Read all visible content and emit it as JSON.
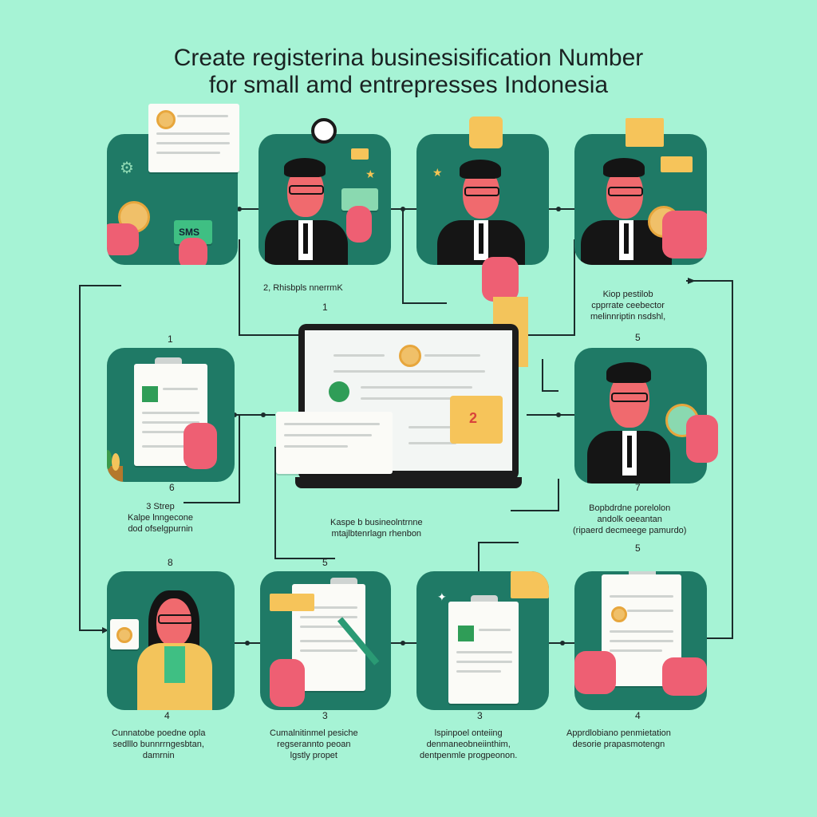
{
  "title": {
    "line1": "Create  registerina businesisification Number",
    "line2": "for small amd entrepresses Indonesia"
  },
  "steps": [
    {
      "num": "",
      "caption": ""
    },
    {
      "num": "2, Rhisbpls nnerrmK",
      "caption": ""
    },
    {
      "num": "",
      "caption": ""
    },
    {
      "num": "",
      "caption": "Kiop pestilob\ncpprrate ceebector\nmelinnriptin nsdshl,"
    },
    {
      "num": "1",
      "caption": ""
    },
    {
      "num": "5",
      "caption": ""
    },
    {
      "num": "6",
      "caption": "3 Strep\nKalpe lnngecone\ndod ofselgpurnin"
    },
    {
      "num": "",
      "caption": "Kaspe b busineolntrnne\nmtajlbtenrlagn rhenbon"
    },
    {
      "num": "7",
      "caption": "Bopbdrdne porelolon\nandolk oeeantan\n(ripaerd decmeege pamurdo)"
    },
    {
      "num": "8",
      "caption": ""
    },
    {
      "num": "5",
      "caption": ""
    },
    {
      "num": "5",
      "caption": ""
    },
    {
      "num": "4",
      "caption": "Cunnatobe poedne opla\nsedlllo bunnrrngesbtan,\ndamrnin"
    },
    {
      "num": "3",
      "caption": "Cumalnitinmel pesiche\nregserannto peoan\nlgstly propet"
    },
    {
      "num": "3",
      "caption": "lspinpoel onteiing\ndenmaneobneiinthim,\ndentpenmle progpeonon."
    },
    {
      "num": "4",
      "caption": "Apprdlobiano penmietation\ndesorie prapasmotengn"
    }
  ],
  "labels": {
    "one_top": "1",
    "left_one": "1",
    "card_sms": "SMS",
    "monitor_badge": "2"
  },
  "colors": {
    "background": "#a6f3d5",
    "panel": "#1f7a66",
    "accent_yellow": "#f3c45b",
    "accent_pink": "#ee5f73"
  },
  "icons": [
    "magnifier-icon",
    "gear-icon",
    "star-icon",
    "envelope-icon",
    "coin-icon",
    "pen-icon",
    "plant-icon",
    "monitor-icon",
    "clipboard-icon"
  ]
}
